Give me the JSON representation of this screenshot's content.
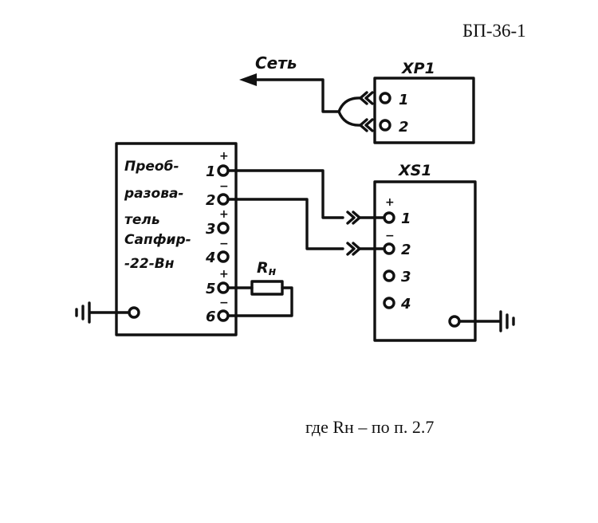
{
  "doc_code": "БП-36-1",
  "network_label": "Сеть",
  "xp1": {
    "label": "XP1",
    "pins": [
      "1",
      "2"
    ]
  },
  "xs1": {
    "label": "XS1",
    "pins": [
      "1",
      "2",
      "3",
      "4"
    ],
    "polarity": [
      "+",
      "−"
    ]
  },
  "converter": {
    "name_lines": [
      "Преоб-",
      "разова-",
      "тель",
      "Сапфир-",
      "-22-Вн"
    ],
    "terminals": [
      "1",
      "2",
      "3",
      "4",
      "5",
      "6"
    ],
    "polarity": [
      "+",
      "−",
      "+",
      "−",
      "+",
      "−"
    ]
  },
  "resistor": {
    "label_main": "R",
    "label_sub": "н"
  },
  "footnote": {
    "text": "где Rн – по п. 2.7"
  }
}
